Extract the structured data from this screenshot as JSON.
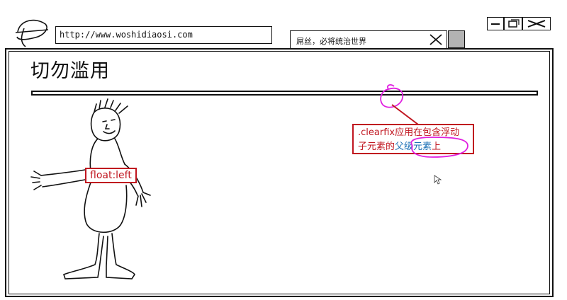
{
  "browser": {
    "address_url": "http://www.woshidiaosi.com",
    "tab_title": "屌丝，必将统治世界"
  },
  "page": {
    "title": "切勿滥用"
  },
  "annotations": {
    "float_label": "float:left",
    "note_text": ".clearfix应用在包含浮动子元素的",
    "note_highlight": "父级元素",
    "note_suffix": "上"
  },
  "colors": {
    "annotation_red": "#c0151f",
    "highlight_blue": "#1b6fb5",
    "marker_magenta": "#e020e0"
  }
}
